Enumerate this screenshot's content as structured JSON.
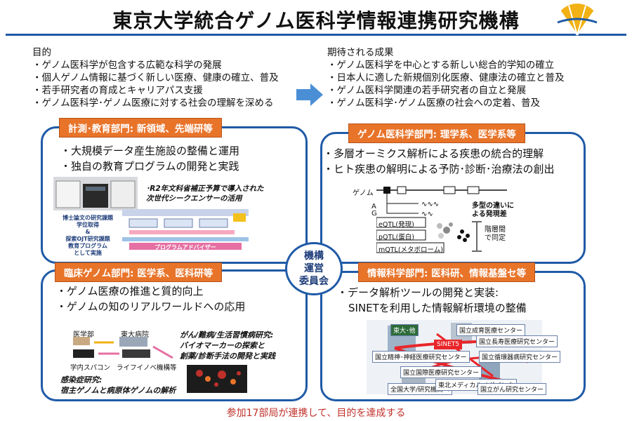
{
  "title": "東京大学統合ゲノム医科学情報連携研究機構",
  "goals": {
    "heading": "目的",
    "items": [
      "・ゲノム医科学が包含する広範な科学の発展",
      "・個人ゲノム情報に基づく新しい医療、健康の確立、普及",
      "・若手研究者の育成とキャリアパス支援",
      "・ゲノム医科学･ゲノム医療に対する社会の理解を深める"
    ]
  },
  "outcomes": {
    "heading": "期待される成果",
    "items": [
      "・ゲノム医科学を中心とする新しい総合的学知の確立",
      "・日本人に適した新規個別化医療、健康法の確立と普及",
      "・ゲノム医科学関連の若手研究者の自立と発展",
      "・ゲノム医科学･ゲノム医療の社会への定着、普及"
    ]
  },
  "panels": {
    "measure": {
      "title": "計測･教育部門: 新領域、先端研等",
      "bullets": [
        "・大規模データ産生施設の整備と運用",
        "・独自の教育プログラムの開発と実践"
      ],
      "note": "･R2年文科省補正予算で導入された\n次世代シークエンサーの活用",
      "edu_left": "博士論文の研究課題\n学位取得\n&\n探索OJT研究課題\n教育プログラム\nとして実施",
      "edu_bar": "プログラムアドバイザー"
    },
    "genome": {
      "title": "ゲノム医科学部門: 理学系、医学系等",
      "bullets": [
        "・多層オーミクス解析による疾患の統合的理解",
        "・ヒト疾患の解明による予防･診断･治療法の創出"
      ],
      "diagram": {
        "genome_label": "ゲノム",
        "allele_a": "A",
        "allele_g": "G",
        "expr_note": "多型の違いに\nよる発現差",
        "layer_note": "階層間\nで同定",
        "qtl": [
          "eQTL(発現)",
          "pQTL(蛋白)",
          "mQTL(メタボローム)"
        ]
      }
    },
    "clinical": {
      "title": "臨床ゲノム部門: 医学系、医科研等",
      "bullets": [
        "・ゲノム医療の推進と質的向上",
        "・ゲノムの知のリアルワールドへの応用"
      ],
      "labels": {
        "med": "医学部",
        "hospital": "東大病院",
        "supercomputer": "学内スパコン",
        "lifeinfo": "ライフイノベ機構等"
      },
      "research1": "がん/難病/生活習慣病研究:\nバイオマーカーの探索と\n創薬/診断手法の開発と実践",
      "research2": "感染症研究:\n宿主ゲノムと病原体ゲノムの解析"
    },
    "info": {
      "title": "情報科学部門: 医科研、情報基盤セ等",
      "bullets": [
        "・データ解析ツールの開発と実装:",
        "SINETを利用した情報解析環境の整備"
      ],
      "map_labels": [
        "東大･他",
        "国立成育医療センター",
        "国立長寿医療研究センター",
        "国立精神･神経医療研究センター",
        "国立国際医療研究センター",
        "全国大学/研究機関へ",
        "東北メディカルメガバンク",
        "国立がん研究センター",
        "国立循環器病研究センター",
        "SINET5"
      ]
    }
  },
  "center": {
    "lines": [
      "機構",
      "運営",
      "委員会"
    ]
  },
  "footer": "参加17部局が連携して、目的を達成する",
  "colors": {
    "accent_blue": "#1f5aa6",
    "orange": "#e8742a",
    "footer_red": "#c0302a"
  }
}
